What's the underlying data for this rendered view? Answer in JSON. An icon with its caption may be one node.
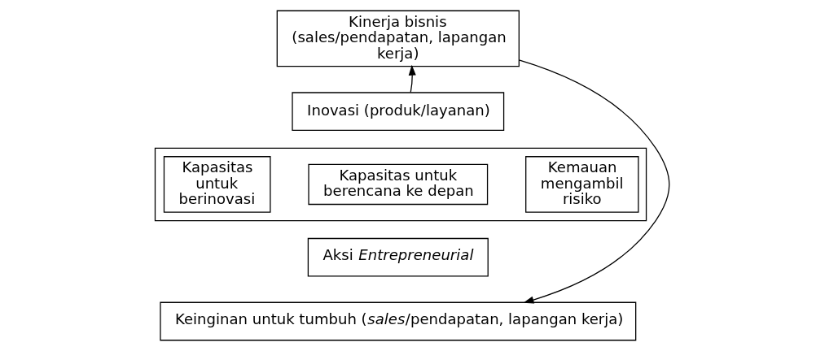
{
  "diagram": {
    "nodes": [
      {
        "text": [
          "Kinerja bisnis (sales/pendapatan, lapangan kerja)"
        ]
      },
      {
        "text": [],
        "shape": "box"
      },
      {
        "text": [
          "Inovasi (produk/layanan)"
        ]
      },
      {
        "text": [
          "Kapasitas untuk berinovasi"
        ],
        "in": 1
      },
      {
        "text": [
          "Kapasitas untuk berencana ke depan"
        ],
        "in": 1
      },
      {
        "text": [
          "Kemauan mengambil risiko"
        ],
        "in": 1
      },
      {
        "text": [
          "Aksi *Entrepreneurial*"
        ]
      },
      {
        "text": [
          "Keinginan untuk tumbuh (*sales*/pendapatan, lapangan kerja)"
        ]
      }
    ],
    "edges": [
      {
        "from": 2,
        "to": 0,
        "arrow": "to"
      },
      {
        "from": 0,
        "to": 7,
        "arrow": "to"
      }
    ]
  }
}
